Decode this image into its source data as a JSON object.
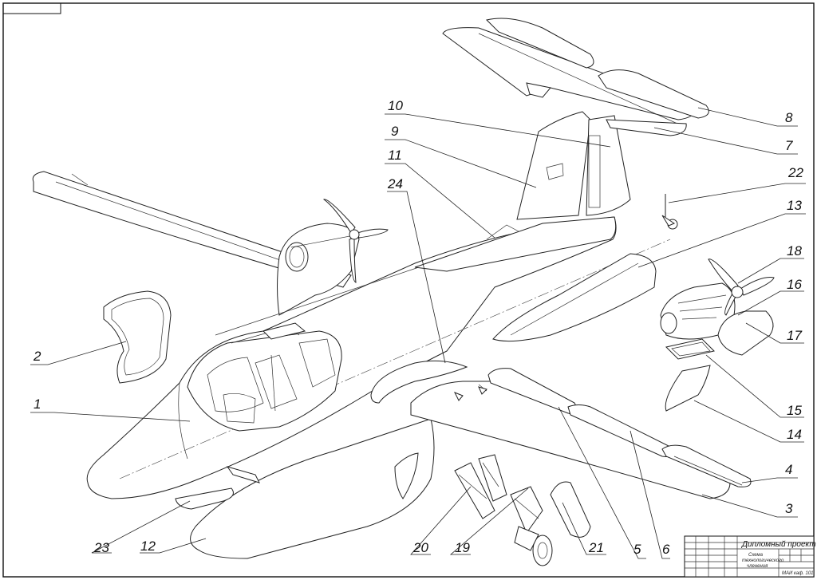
{
  "callouts": [
    {
      "id": "1",
      "label": "1"
    },
    {
      "id": "2",
      "label": "2"
    },
    {
      "id": "3",
      "label": "3"
    },
    {
      "id": "4",
      "label": "4"
    },
    {
      "id": "5",
      "label": "5"
    },
    {
      "id": "6",
      "label": "6"
    },
    {
      "id": "7",
      "label": "7"
    },
    {
      "id": "8",
      "label": "8"
    },
    {
      "id": "9",
      "label": "9"
    },
    {
      "id": "10",
      "label": "10"
    },
    {
      "id": "11",
      "label": "11"
    },
    {
      "id": "12",
      "label": "12"
    },
    {
      "id": "13",
      "label": "13"
    },
    {
      "id": "14",
      "label": "14"
    },
    {
      "id": "15",
      "label": "15"
    },
    {
      "id": "16",
      "label": "16"
    },
    {
      "id": "17",
      "label": "17"
    },
    {
      "id": "18",
      "label": "18"
    },
    {
      "id": "19",
      "label": "19"
    },
    {
      "id": "20",
      "label": "20"
    },
    {
      "id": "21",
      "label": "21"
    },
    {
      "id": "22",
      "label": "22"
    },
    {
      "id": "23",
      "label": "23"
    },
    {
      "id": "24",
      "label": "24"
    }
  ],
  "title_block": {
    "project": "Дипломный проект",
    "sheet_title_1": "Схема",
    "sheet_title_2": "технологического",
    "sheet_title_3": "членения",
    "org": "МАИ каф. 101"
  }
}
